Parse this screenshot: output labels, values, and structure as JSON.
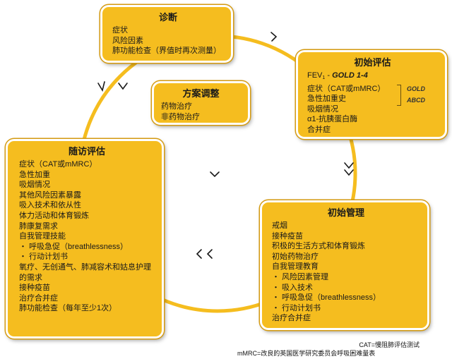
{
  "colors": {
    "box_fill": "#f5bd1f",
    "ring": "#f5bd1f",
    "border": "#ffffff"
  },
  "diagnosis": {
    "title": "诊断",
    "items": [
      "症状",
      "风险因素",
      "肺功能检查（界值时再次测量）"
    ]
  },
  "initial_assessment": {
    "title": "初始评估",
    "fev_prefix": "FEV",
    "fev_sub": "1",
    "fev_sep": " - ",
    "fev_gold": "GOLD 1-4",
    "items": [
      "症状（CAT或mMRC）",
      "急性加重史",
      "吸烟情况",
      "α1-抗胰蛋白酶",
      "合并症"
    ],
    "gold_notes": [
      "GOLD",
      "ABCD"
    ]
  },
  "plan_adjustment": {
    "title": "方案调整",
    "items": [
      "药物治疗",
      "非药物治疗"
    ]
  },
  "follow_up": {
    "title": "随访评估",
    "items": [
      "症状（CAT或mMRC）",
      "急性加重",
      "吸烟情况",
      "其他风险因素暴露",
      "吸入技术和依从性",
      "体力活动和体育锻炼",
      "肺康复需求",
      "自我管理技能",
      "・ 呼吸急促（breathlessness）",
      "・ 行动计划书",
      "氧疗、无创通气、肺减容术和姑息护理的需求",
      "接种疫苗",
      "治疗合并症",
      "肺功能检查（每年至少1次）"
    ]
  },
  "initial_management": {
    "title": "初始管理",
    "items": [
      "戒烟",
      "接种疫苗",
      "积极的生活方式和体育锻炼",
      "初始药物治疗",
      "自我管理教育",
      "・ 风险因素管理",
      "・ 吸入技术",
      "・ 呼吸急促（breathlessness）",
      "・ 行动计划书",
      "治疗合并症"
    ]
  },
  "footnotes": {
    "cat": "CAT=慢阻肺评估测试",
    "mmrc": "mMRC=改良的英国医学研究委员会呼吸困难量表"
  }
}
